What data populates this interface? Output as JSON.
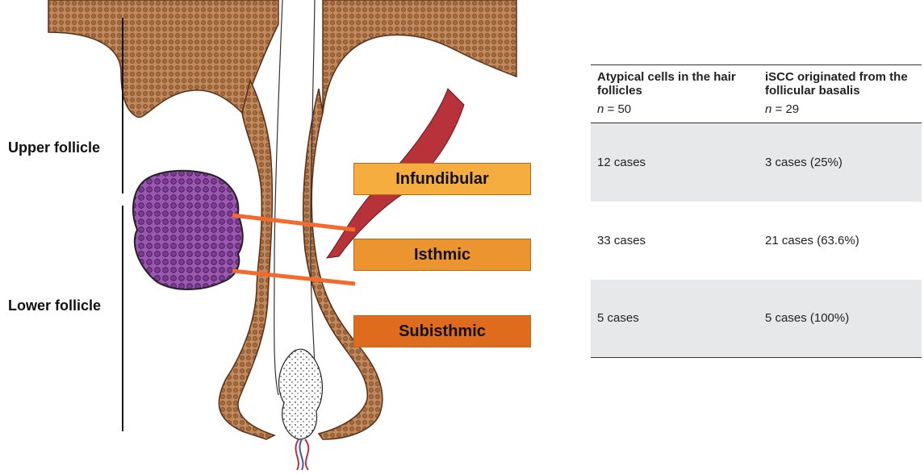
{
  "regions": {
    "upper": "Upper follicle",
    "lower": "Lower follicle"
  },
  "zones": [
    {
      "label": "Infundibular",
      "color": "#f6ad3f"
    },
    {
      "label": "Isthmic",
      "color": "#ec9530"
    },
    {
      "label": "Subisthmic",
      "color": "#df6c1c"
    }
  ],
  "connector_color": "#f26a2c",
  "table": {
    "headers": [
      {
        "title": "Atypical cells in the hair follicles",
        "n_label": "n",
        "n_value": "= 50"
      },
      {
        "title": "iSCC originated from the follicular basalis",
        "n_label": "n",
        "n_value": "= 29"
      }
    ],
    "rows": [
      [
        "12 cases",
        "3 cases (25%)"
      ],
      [
        "33 cases",
        "21 cases (63.6%)"
      ],
      [
        "5 cases",
        "5 cases (100%)"
      ]
    ]
  },
  "colors": {
    "skin": "#b87a4a",
    "skin_dark": "#6b3a1e",
    "gland": "#8a4aa0",
    "muscle": "#b8323a",
    "table_shade": "#e7e8e9"
  }
}
